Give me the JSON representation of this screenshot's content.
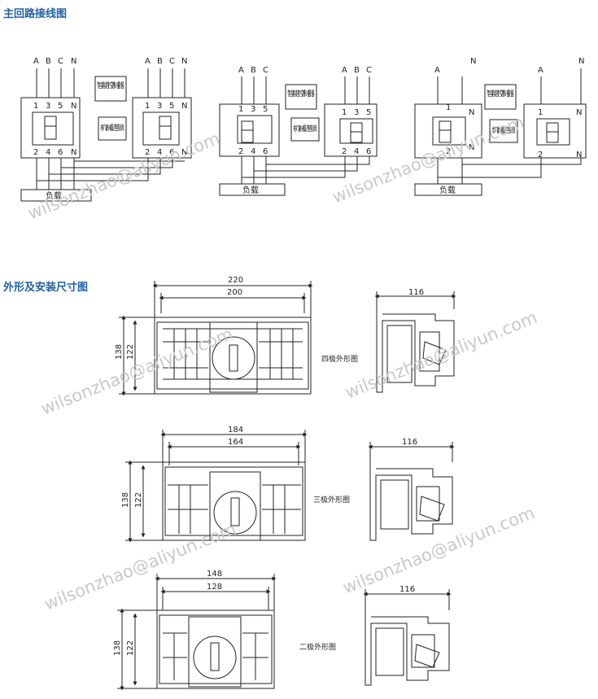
{
  "sections": {
    "wiring_title": "主回路接线图",
    "outline_title": "外形及安装尺寸图"
  },
  "wiring": {
    "four_pole": {
      "top_left_terms": [
        "A",
        "B",
        "C",
        "N"
      ],
      "top_right_terms": [
        "A",
        "B",
        "C",
        "N"
      ],
      "in_left": [
        "1",
        "3",
        "5",
        "N"
      ],
      "in_right": [
        "1",
        "3",
        "5",
        "N"
      ],
      "out_left": [
        "2",
        "4",
        "6",
        "N"
      ],
      "out_right": [
        "2",
        "4",
        "6",
        "N"
      ],
      "controller": "智能控制器",
      "interlock": "机械连锁",
      "load": "负载"
    },
    "three_pole": {
      "top_left_terms": [
        "A",
        "B",
        "C"
      ],
      "top_right_terms": [
        "A",
        "B",
        "C"
      ],
      "in_left": [
        "1",
        "3",
        "5"
      ],
      "in_right": [
        "1",
        "3",
        "5"
      ],
      "out_left": [
        "2",
        "4",
        "6"
      ],
      "out_right": [
        "2",
        "4",
        "6"
      ],
      "controller": "智能控制器",
      "interlock": "机械连锁",
      "load": "负载"
    },
    "two_pole": {
      "top_left_terms": [
        "A",
        "N"
      ],
      "top_right_terms": [
        "A",
        "N"
      ],
      "in_left": [
        "1",
        "N"
      ],
      "in_right": [
        "1",
        "N"
      ],
      "out_left": [
        "2",
        "N"
      ],
      "out_right": [
        "2",
        "N"
      ],
      "controller": "智能控制器",
      "interlock": "机械连锁",
      "load": "负载"
    }
  },
  "outlines": {
    "four_pole": {
      "width_outer": "220",
      "width_inner": "200",
      "height_outer": "138",
      "height_inner": "122",
      "depth": "116",
      "caption": "四极外形图"
    },
    "three_pole": {
      "width_outer": "184",
      "width_inner": "164",
      "height_outer": "138",
      "height_inner": "122",
      "depth": "116",
      "caption": "三极外形图"
    },
    "two_pole": {
      "width_outer": "148",
      "width_inner": "128",
      "height_outer": "138",
      "height_inner": "122",
      "depth": "116",
      "caption": "二极外形图"
    }
  },
  "watermark": "wilsonzhao@aliyun.com"
}
